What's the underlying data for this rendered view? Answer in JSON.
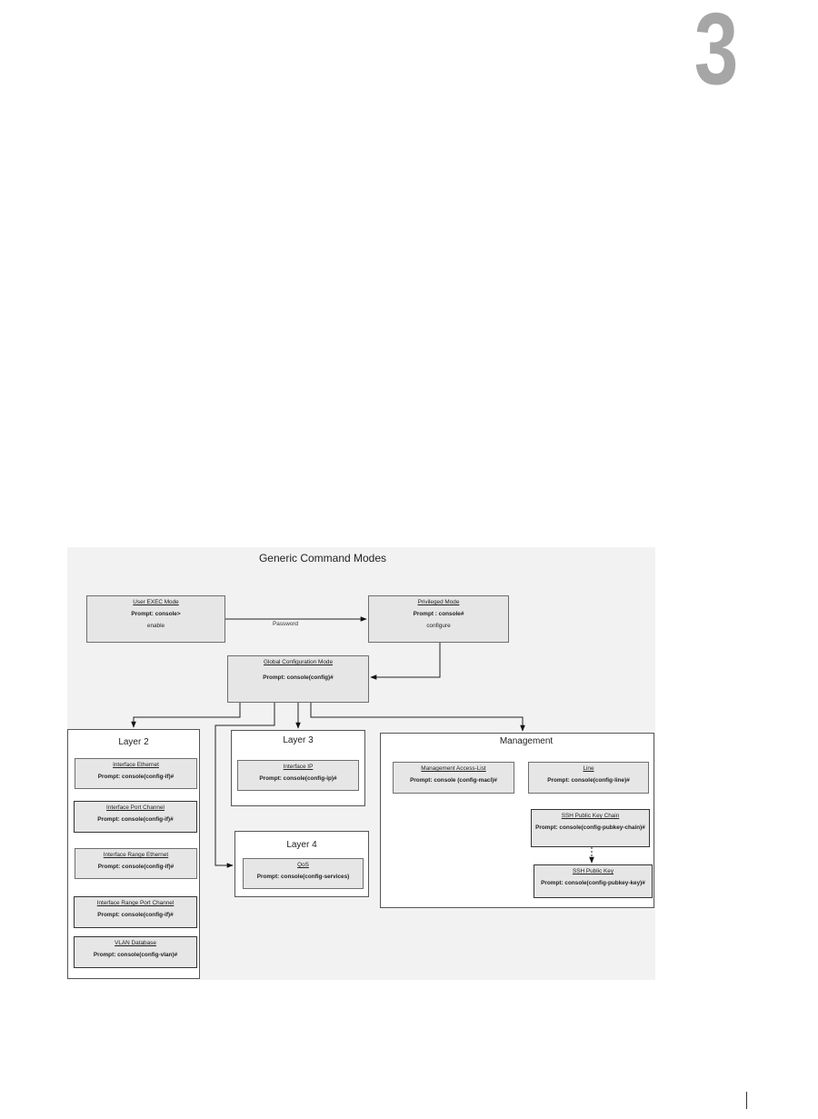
{
  "chapter": {
    "number": "3"
  },
  "diagram": {
    "title": "Generic Command Modes",
    "modes": {
      "user_exec": {
        "name": "User EXEC Mode",
        "prompt": "Prompt: console>",
        "extra": "enable"
      },
      "privileged": {
        "name": "Privileged Mode",
        "prompt": "Prompt : console#",
        "extra": "configure"
      },
      "global_config": {
        "name": "Global Configuration Mode",
        "prompt": "Prompt:  console(config)#"
      }
    },
    "edge_labels": {
      "password": "Password"
    },
    "layer2": {
      "title": "Layer 2",
      "modes": [
        {
          "name": "Interface Ethernet",
          "prompt": "Prompt: console(config-if)#"
        },
        {
          "name": "Interface Port Channel",
          "prompt": "Prompt: console(config-if)#"
        },
        {
          "name": "Interface Range Ethernet",
          "prompt": "Prompt: console(config-if)#"
        },
        {
          "name": "Interface Range Port Channel",
          "prompt": "Prompt: console(config-if)#"
        },
        {
          "name": "VLAN Database",
          "prompt": "Prompt: console(config-vlan)#"
        }
      ]
    },
    "layer3": {
      "title": "Layer 3",
      "modes": [
        {
          "name": "Interface IP",
          "prompt": "Prompt: console(config-ip)#"
        }
      ]
    },
    "layer4": {
      "title": "Layer 4",
      "modes": [
        {
          "name": "QoS",
          "prompt": "Prompt: console(config-services)"
        }
      ]
    },
    "management": {
      "title": "Management",
      "modes": [
        {
          "name": "Management Access-List",
          "prompt": "Prompt: console (config-macl)#"
        },
        {
          "name": "Line",
          "prompt": "Prompt: console(config-line)#"
        },
        {
          "name": "SSH Public Key Chain",
          "prompt": "Prompt: console(config-pubkey-chain)#"
        },
        {
          "name": "SSH Public Key",
          "prompt": "Prompt: console(config-pubkey-key)#"
        }
      ]
    }
  }
}
